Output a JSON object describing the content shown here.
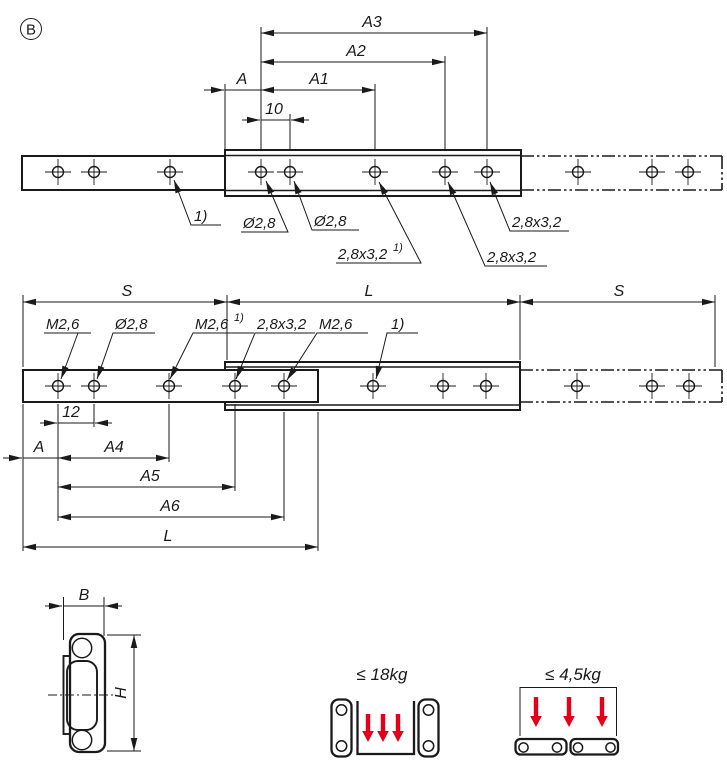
{
  "view_label": "B",
  "top_view": {
    "dim_a3": "A3",
    "dim_a2": "A2",
    "dim_a1": "A1",
    "dim_a": "A",
    "dim_10": "10",
    "note_1": "1)",
    "hole_dia_1": "Ø2,8",
    "hole_dia_2": "Ø2,8",
    "slot_1": "2,8x3,2",
    "slot_1_sup": "1)",
    "slot_2": "2,8x3,2",
    "slot_3": "2,8x3,2"
  },
  "extended_view": {
    "dim_s_left": "S",
    "dim_l_top": "L",
    "dim_s_right": "S",
    "thread_1": "M2,6",
    "hole_dia": "Ø2,8",
    "thread_2": "M2,6",
    "thread_2_sup": "1)",
    "slot": "2,8x3,2",
    "thread_3": "M2,6",
    "note_1": "1)",
    "dim_12": "12",
    "dim_a": "A",
    "dim_a4": "A4",
    "dim_a5": "A5",
    "dim_a6": "A6",
    "dim_l_bottom": "L"
  },
  "section_view": {
    "dim_b": "B",
    "dim_h": "H"
  },
  "load_ratings": {
    "side_mount": "≤ 18kg",
    "flat_mount": "≤ 4,5kg"
  },
  "colors": {
    "line": "#1a1a1a",
    "accent_red": "#e2001a",
    "background": "#ffffff"
  }
}
